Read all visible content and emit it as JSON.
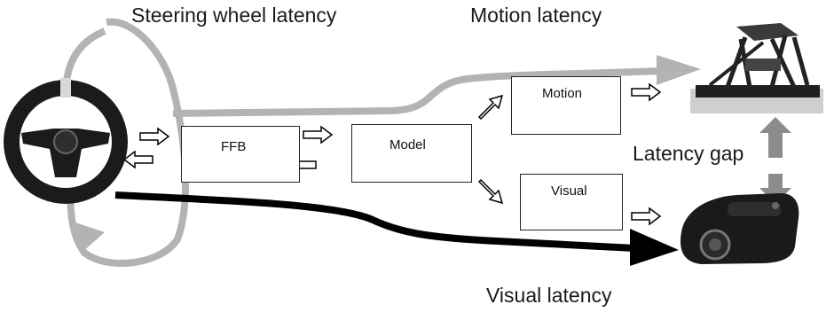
{
  "labels": {
    "steering_latency": "Steering wheel latency",
    "motion_latency": "Motion latency",
    "latency_gap": "Latency gap",
    "visual_latency": "Visual latency"
  },
  "boxes": {
    "ffb": "FFB",
    "model": "Model",
    "motion": "Motion",
    "visual": "Visual"
  },
  "colors": {
    "gray_path": "#b3b3b3",
    "gap_arrow": "#8c8c8c",
    "visual_path": "#000000",
    "box_border": "#222222"
  },
  "icons": {
    "steering_wheel": "steering-wheel-icon",
    "motion_platform": "motion-platform-icon",
    "projector": "projector-icon"
  }
}
